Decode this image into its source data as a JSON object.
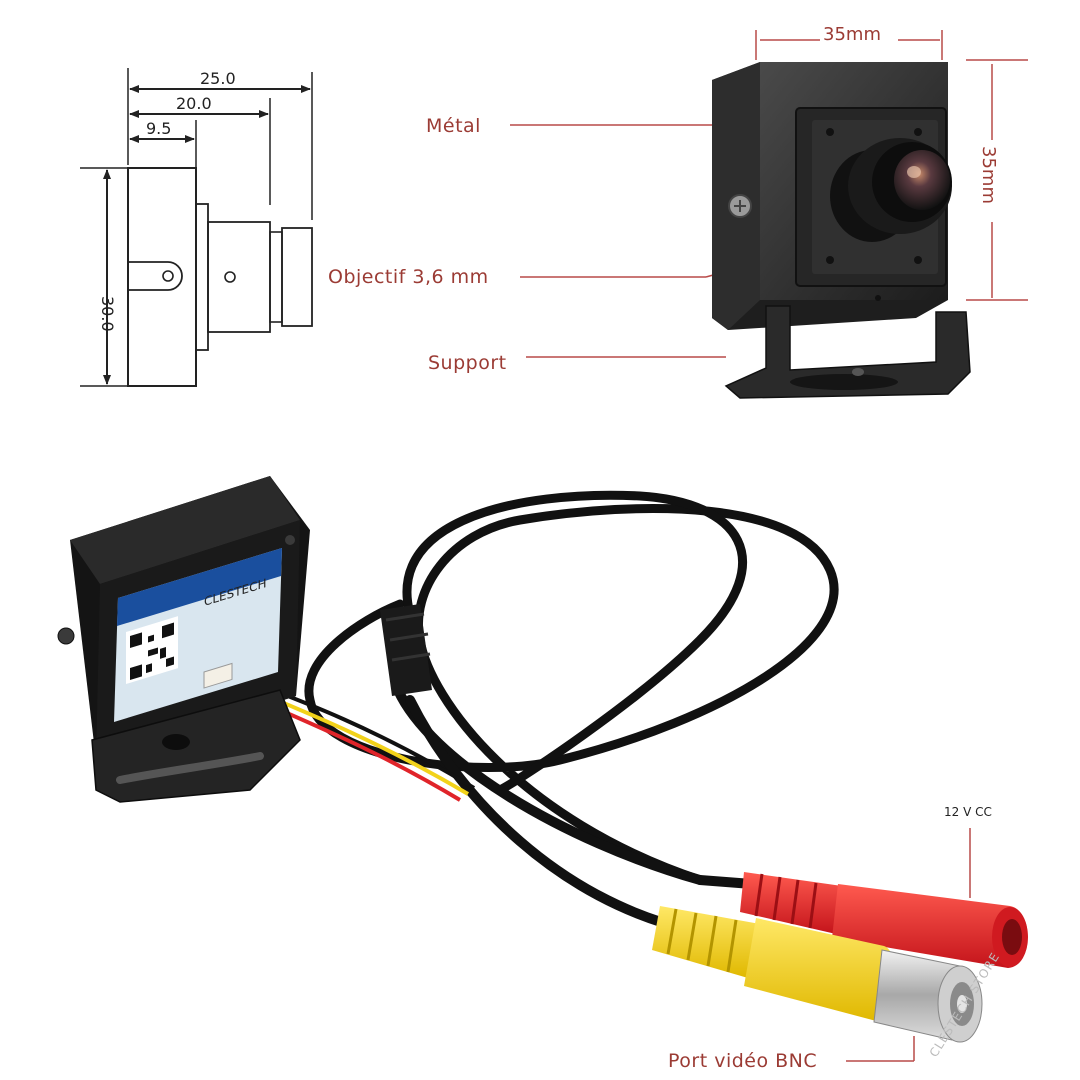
{
  "technical_drawing": {
    "dim_total_length": "25.0",
    "dim_lens_length": "20.0",
    "dim_body_depth": "9.5",
    "dim_height": "30.0"
  },
  "product_dimensions": {
    "width": "35mm",
    "height": "35mm"
  },
  "callouts": {
    "metal": "Métal",
    "lens": "Objectif 3,6 mm",
    "bracket": "Support",
    "power": "12 V CC",
    "video": "Port vidéo BNC"
  },
  "label_sticker": {
    "brand": "CLESTECH"
  },
  "watermark": "CLESTECH STORE",
  "colors": {
    "callout_text": "#9b3b34",
    "callout_line": "#b94a48",
    "camera_body": "#2b2b2b",
    "cable": "#111111",
    "connector_red": "#e0242a",
    "connector_yellow": "#f5d31a"
  }
}
